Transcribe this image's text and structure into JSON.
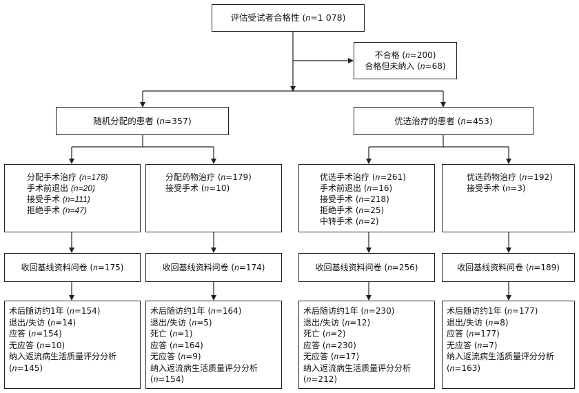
{
  "top": {
    "label": "评估受试者合格性 (",
    "n_var": "n",
    "n_value": "=1 078)"
  },
  "excluded": {
    "line1": "不合格 (",
    "line1_value": "=200)",
    "line2": "合格但未纳入 (",
    "line2_value": "=68)"
  },
  "randomized": {
    "label": "随机分配的患者 (",
    "n_value": "=357)"
  },
  "preference": {
    "label": "优选治疗的患者 (",
    "n_value": "=453)"
  },
  "arm_boxes": [
    {
      "lines": [
        {
          "text": "分配手术治疗 ",
          "n": "(n=178)",
          "italic": true
        },
        {
          "text": "手术前退出 ",
          "n": "(n=20)",
          "italic": true
        },
        {
          "text": "接受手术 ",
          "n": "(n=111)",
          "italic": true
        },
        {
          "text": "拒绝手术 ",
          "n": "(n=47)",
          "italic": true
        }
      ]
    },
    {
      "lines": [
        {
          "text": "分配药物治疗 (",
          "n": "n",
          "rest": "=179)"
        },
        {
          "text": "接受手术 (",
          "n": "n",
          "rest": "=10)"
        }
      ]
    },
    {
      "lines": [
        {
          "text": "优选手术治疗 (",
          "n": "n",
          "rest": "=261)"
        },
        {
          "text": "手术前退出 (",
          "n": "n",
          "rest": "=16)"
        },
        {
          "text": "接受手术 (",
          "n": "n",
          "rest": "=218)"
        },
        {
          "text": "拒绝手术 (",
          "n": "n",
          "rest": "=25)"
        },
        {
          "text": "中转手术 (",
          "n": "n",
          "rest": "=2)"
        }
      ]
    },
    {
      "lines": [
        {
          "text": "优选药物治疗 (",
          "n": "n",
          "rest": "=192)"
        },
        {
          "text": "接受手术 (",
          "n": "n",
          "rest": "=3)"
        }
      ]
    }
  ],
  "baseline_boxes": [
    {
      "text": "收回基线资料问卷 (",
      "n": "n",
      "rest": "=175)"
    },
    {
      "text": "收回基线资料问卷 (",
      "n": "n",
      "rest": "=174)"
    },
    {
      "text": "收回基线资料问卷 (",
      "n": "n",
      "rest": "=256)"
    },
    {
      "text": "收回基线资料问卷 (",
      "n": "n",
      "rest": "=189)"
    }
  ],
  "followup_boxes": [
    {
      "lines": [
        {
          "text": "术后随访约1年 (",
          "n": "n",
          "rest": "=154)"
        },
        {
          "text": "退出/失访 (",
          "n": "n",
          "rest": "=14)"
        },
        {
          "text": "应答 (",
          "n": "n",
          "rest": "=154)"
        },
        {
          "text": "无应答 (",
          "n": "n",
          "rest": "=10)"
        },
        {
          "text": "纳入返流病生活质量评分分析",
          "n": "",
          "rest": ""
        },
        {
          "text": "(",
          "n": "n",
          "rest": "=145)"
        }
      ]
    },
    {
      "lines": [
        {
          "text": "术后随访约1年 (",
          "n": "n",
          "rest": "=164)"
        },
        {
          "text": "退出/失访 (",
          "n": "n",
          "rest": "=5)"
        },
        {
          "text": "死亡 (",
          "n": "n",
          "rest": "=1)"
        },
        {
          "text": "应答 (",
          "n": "n",
          "rest": "=164)"
        },
        {
          "text": "无应答 (",
          "n": "n",
          "rest": "=9)"
        },
        {
          "text": "纳入返流病生活质量评分分析",
          "n": "",
          "rest": ""
        },
        {
          "text": "(",
          "n": "n",
          "rest": "=154)"
        }
      ]
    },
    {
      "lines": [
        {
          "text": "术后随访约1年 (",
          "n": "n",
          "rest": "=230)"
        },
        {
          "text": "退出/失访 (",
          "n": "n",
          "rest": "=12)"
        },
        {
          "text": "死亡 (",
          "n": "n",
          "rest": "=2)"
        },
        {
          "text": "应答 (",
          "n": "n",
          "rest": "=230)"
        },
        {
          "text": "无应答 (",
          "n": "n",
          "rest": "=17)"
        },
        {
          "text": "纳入返流病生活质量评分分析",
          "n": "",
          "rest": ""
        },
        {
          "text": "(",
          "n": "n",
          "rest": "=212)"
        }
      ]
    },
    {
      "lines": [
        {
          "text": "术后随访约1年 (",
          "n": "n",
          "rest": "=177)"
        },
        {
          "text": "退出/失访 (",
          "n": "n",
          "rest": "=8)"
        },
        {
          "text": "应答 (",
          "n": "n",
          "rest": "=177)"
        },
        {
          "text": "无应答 (",
          "n": "n",
          "rest": "=7)"
        },
        {
          "text": "纳入返流病生活质量评分分析",
          "n": "",
          "rest": ""
        },
        {
          "text": "(",
          "n": "n",
          "rest": "=163)"
        }
      ]
    }
  ]
}
